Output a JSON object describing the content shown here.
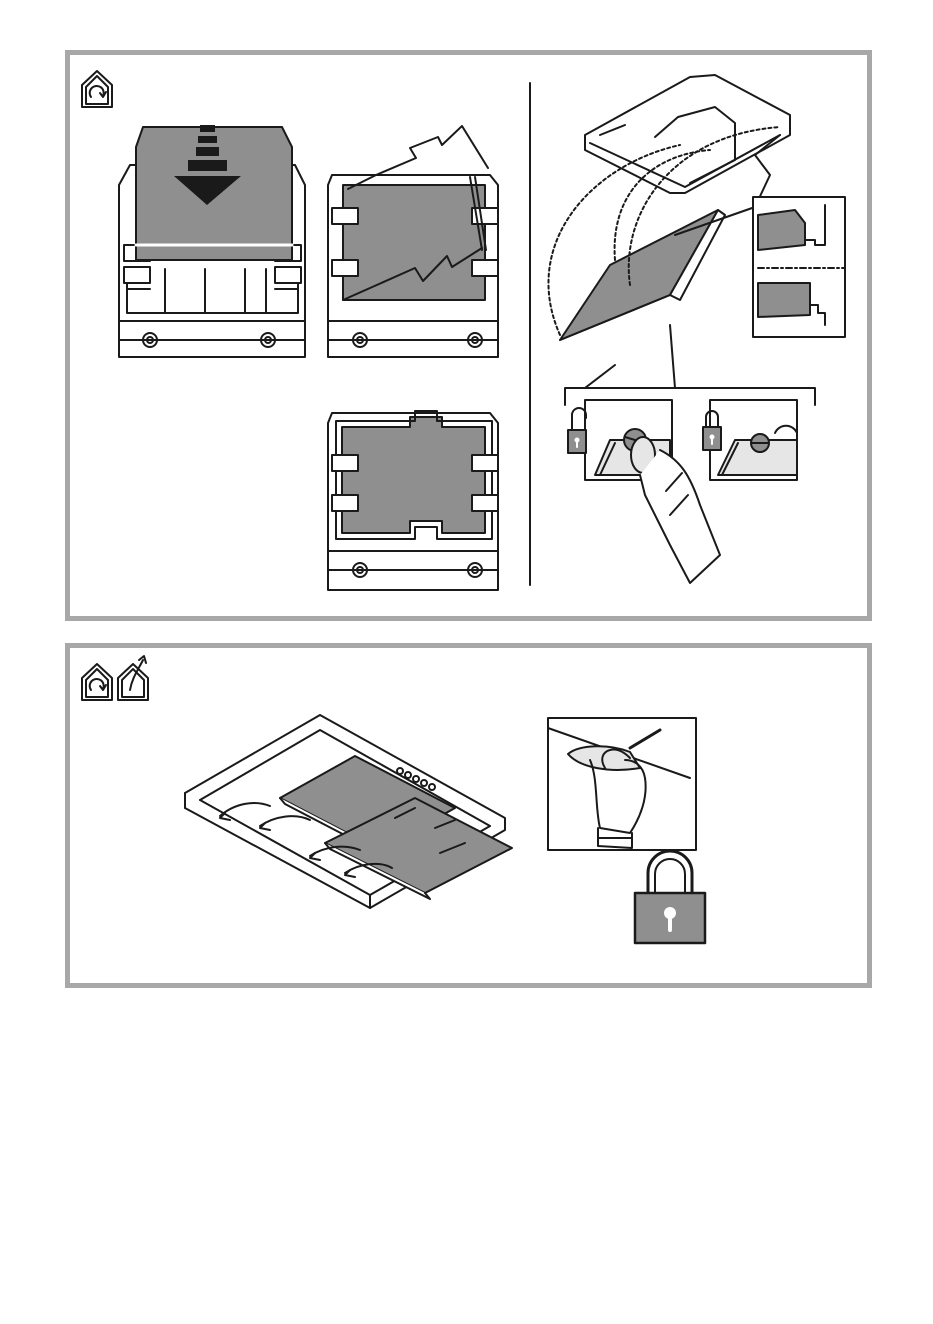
{
  "colors": {
    "frame": "#a8a8a8",
    "line": "#1a1a1a",
    "filter_fill": "#8f8f8f",
    "light_fill": "#e6e6e6",
    "white": "#ffffff"
  },
  "panels": [
    {
      "id": "recirculation-filter-install",
      "mode_icons": [
        "recirculation-mode-icon"
      ],
      "figures": [
        "carbon-filter-insert-step",
        "carbon-filter-frame-step",
        "carbon-filter-seated-step",
        "hood-filter-rotation",
        "filter-lock-detail",
        "knob-unlock",
        "knob-lock"
      ]
    },
    {
      "id": "grease-filter-removal",
      "mode_icons": [
        "recirculation-mode-icon",
        "extraction-mode-icon"
      ],
      "figures": [
        "hood-underside-filters",
        "release-latch-detail",
        "lock-icon"
      ]
    }
  ]
}
